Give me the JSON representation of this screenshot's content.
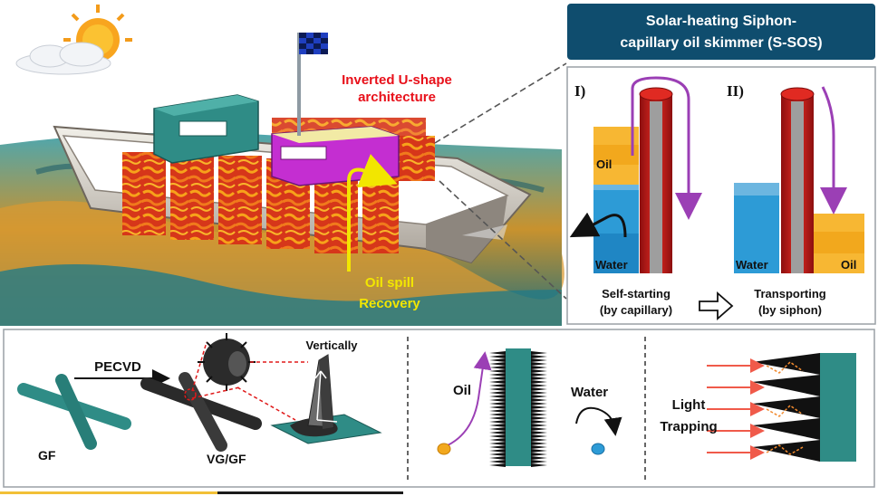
{
  "title_box": {
    "line1": "Solar-heating Siphon-",
    "line2": "capillary oil skimmer (S-SOS)"
  },
  "boat_labels": {
    "architecture_line1": "Inverted U-shape",
    "architecture_line2": "architecture",
    "recovery_line1": "Oil spill",
    "recovery_line2": "Recovery"
  },
  "panel_one": {
    "roman": "I)",
    "oil": "Oil",
    "water": "Water",
    "caption_line1": "Self-starting",
    "caption_line2": "(by capillary)"
  },
  "panel_two": {
    "roman": "II)",
    "oil": "Oil",
    "water": "Water",
    "caption_line1": "Transporting",
    "caption_line2": "(by siphon)"
  },
  "bottom": {
    "pecvd": "PECVD",
    "vertically": "Vertically",
    "gf": "GF",
    "vggf": "VG/GF",
    "oil": "Oil",
    "water": "Water",
    "light_line1": "Light",
    "light_line2": "Trapping"
  },
  "colors": {
    "title_bg": "#0f4d6e",
    "label_red": "#e8101a",
    "label_yellow": "#f2e600",
    "teal": "#2f8c86",
    "oil_orange": "#f2a81d",
    "water_blue": "#2d9bd6",
    "tube_red": "#c11a1a",
    "arrow_purple": "#9b3fb5"
  }
}
